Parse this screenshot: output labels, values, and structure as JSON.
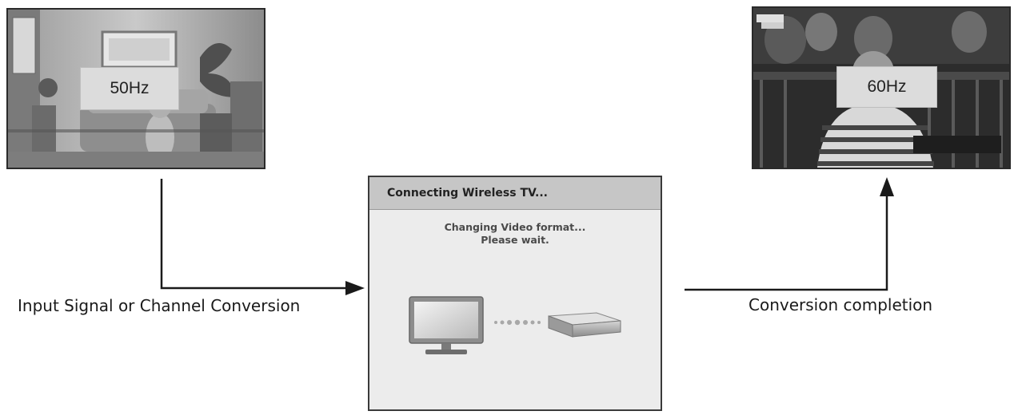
{
  "left_frame": {
    "badge": "50Hz"
  },
  "right_frame": {
    "badge": "60Hz"
  },
  "captions": {
    "left": "Input Signal or Channel Conversion",
    "right": "Conversion completion"
  },
  "dialog": {
    "title": "Connecting Wireless TV...",
    "line1": "Changing Video format...",
    "line2": "Please wait."
  },
  "icons": [
    "tv-icon",
    "connection-dots-icon",
    "media-box-icon"
  ],
  "colors": {
    "dialog_bg": "#ececec",
    "titlebar_bg": "#c6c6c6",
    "arrow": "#1a1a1a"
  }
}
